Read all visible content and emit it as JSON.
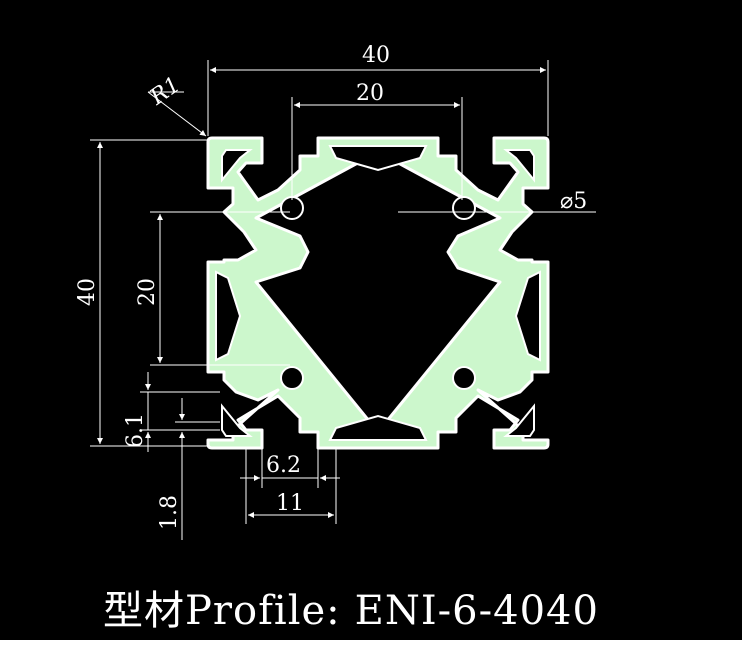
{
  "diagram": {
    "dimensions": {
      "overall_width": "40",
      "slot_spacing_width": "20",
      "overall_height": "40",
      "slot_spacing_height": "20",
      "corner_radius": "R1",
      "bore_diameter": "⌀5",
      "wall_thickness": "6.1",
      "lip_thickness": "1.8",
      "slot_opening": "6.2",
      "slot_width": "11"
    },
    "colors": {
      "background": "#000000",
      "profile_fill": "#ccf7cc",
      "profile_outline": "#ffffff",
      "dimension_lines": "#ffffff"
    }
  },
  "caption": {
    "prefix": "型材Profile:",
    "model": "ENI-6-4040"
  }
}
